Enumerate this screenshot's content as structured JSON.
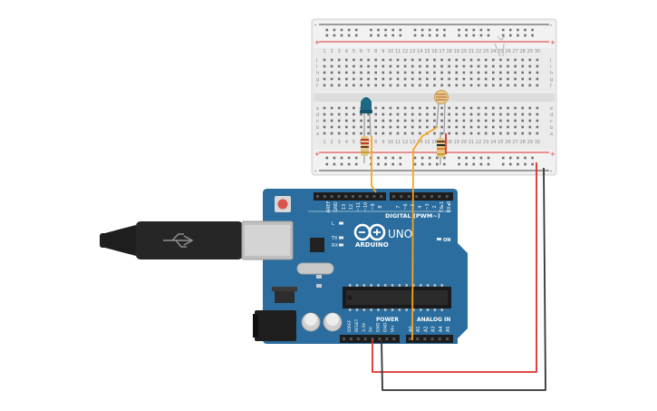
{
  "board": {
    "logo": "ARDUINO",
    "model": "UNO",
    "digital_header": "DIGITAL (PWM~)",
    "power_header": "POWER",
    "analog_header": "ANALOG IN",
    "on_label": "ON",
    "led_labels": [
      "L",
      "TX",
      "RX"
    ],
    "digital_pins": [
      "AREF",
      "GND",
      "13",
      "12",
      "~11",
      "~10",
      "~9",
      "8",
      "7",
      "~6",
      "~5",
      "4",
      "~3",
      "2",
      "TX▸1",
      "RX◂0"
    ],
    "power_pins": [
      "IOREF",
      "RESET",
      "3.3V",
      "5V",
      "GND",
      "GND",
      "Vin"
    ],
    "analog_pins": [
      "A0",
      "A1",
      "A2",
      "A3",
      "A4",
      "A5"
    ]
  },
  "breadboard": {
    "row_letters_top": [
      "j",
      "i",
      "h",
      "g",
      "f"
    ],
    "row_letters_bottom": [
      "e",
      "d",
      "c",
      "b",
      "a"
    ],
    "column_numbers": [
      "1",
      "2",
      "3",
      "4",
      "5",
      "6",
      "7",
      "8",
      "9",
      "10",
      "11",
      "12",
      "13",
      "14",
      "15",
      "16",
      "17",
      "18",
      "19",
      "20",
      "21",
      "22",
      "23",
      "24",
      "25",
      "26",
      "27",
      "28",
      "29",
      "30"
    ],
    "rail_plus": "+",
    "rail_minus": "-"
  },
  "colors": {
    "board": "#2a6d9e",
    "breadboard": "#ebebeb",
    "wire_signal": "#f5a623",
    "wire_power": "#d9302c",
    "wire_ground": "#333333",
    "led": "#1c6a82"
  }
}
